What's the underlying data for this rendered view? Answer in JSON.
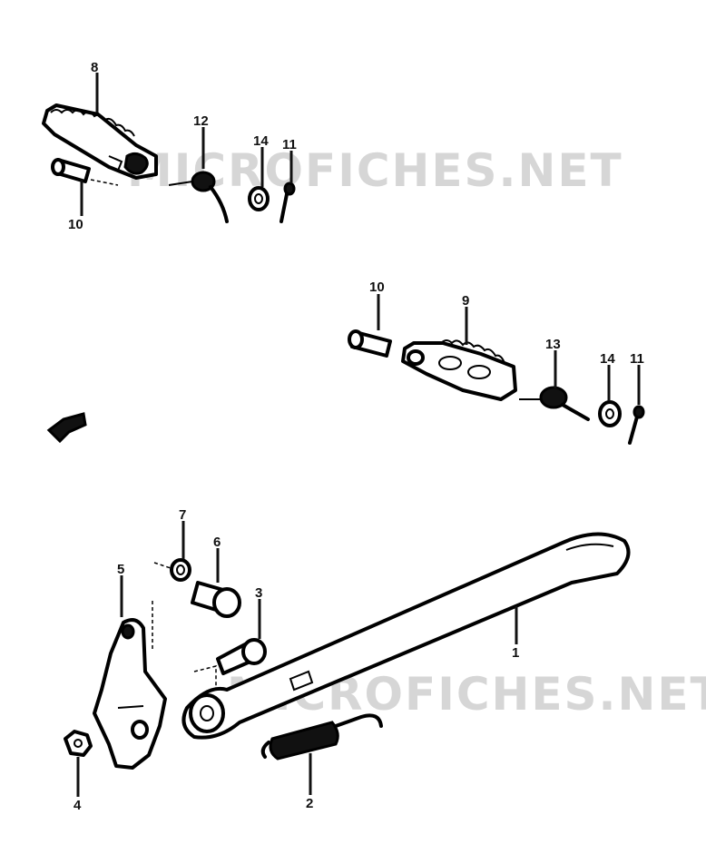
{
  "watermark": "MICROFICHES.NET",
  "callouts": {
    "c8": "8",
    "c12": "12",
    "c14a": "14",
    "c11a": "11",
    "c10a": "10",
    "c10b": "10",
    "c9": "9",
    "c13": "13",
    "c14b": "14",
    "c11b": "11",
    "c7": "7",
    "c6": "6",
    "c5": "5",
    "c3": "3",
    "c1": "1",
    "c4": "4",
    "c2": "2"
  },
  "icons": {
    "direction_arrow": "front-direction-arrow-icon"
  }
}
